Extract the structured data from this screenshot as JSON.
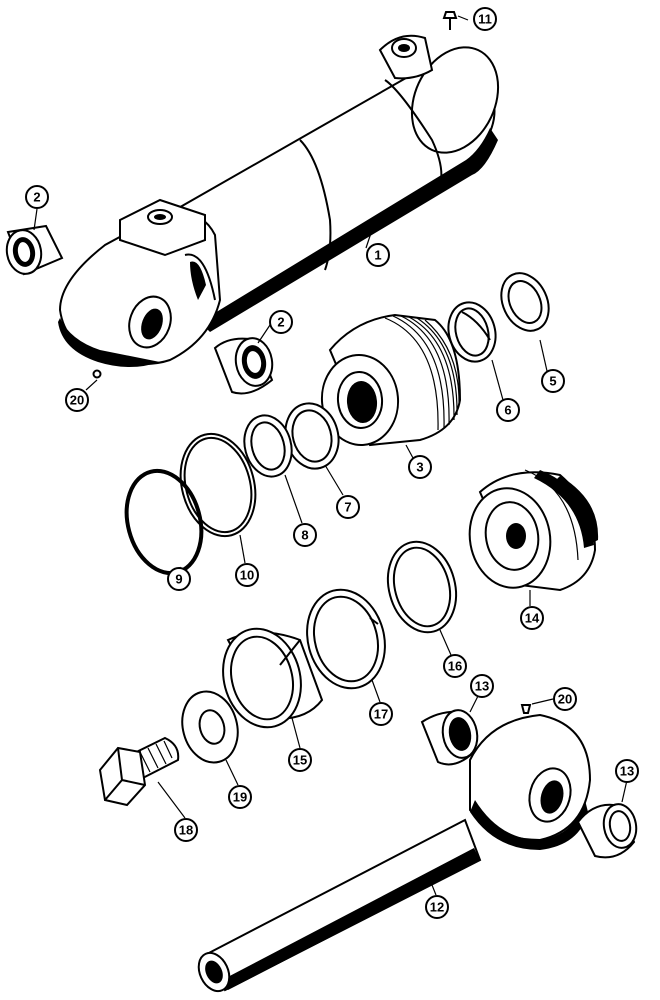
{
  "diagram": {
    "callouts": [
      {
        "id": "c11",
        "label": "11"
      },
      {
        "id": "c2a",
        "label": "2"
      },
      {
        "id": "c1",
        "label": "1"
      },
      {
        "id": "c2b",
        "label": "2"
      },
      {
        "id": "c5",
        "label": "5"
      },
      {
        "id": "c6",
        "label": "6"
      },
      {
        "id": "c20a",
        "label": "20"
      },
      {
        "id": "c3",
        "label": "3"
      },
      {
        "id": "c7",
        "label": "7"
      },
      {
        "id": "c8",
        "label": "8"
      },
      {
        "id": "c10",
        "label": "10"
      },
      {
        "id": "c9",
        "label": "9"
      },
      {
        "id": "c14",
        "label": "14"
      },
      {
        "id": "c16",
        "label": "16"
      },
      {
        "id": "c13a",
        "label": "13"
      },
      {
        "id": "c20b",
        "label": "20"
      },
      {
        "id": "c17",
        "label": "17"
      },
      {
        "id": "c15",
        "label": "15"
      },
      {
        "id": "c19",
        "label": "19"
      },
      {
        "id": "c18",
        "label": "18"
      },
      {
        "id": "c13b",
        "label": "13"
      },
      {
        "id": "c12",
        "label": "12"
      }
    ]
  }
}
